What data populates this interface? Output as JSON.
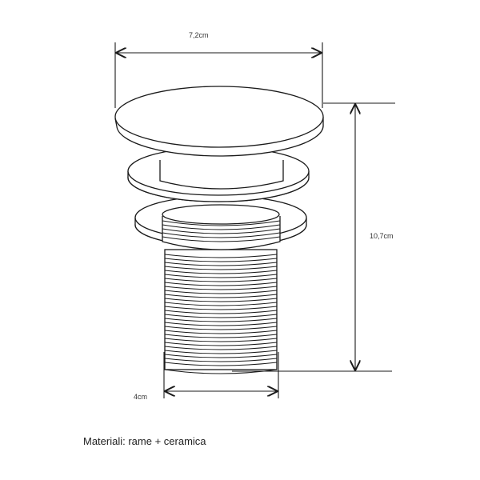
{
  "dimensions": {
    "width_label": "7,2cm",
    "height_label": "10,7cm",
    "thread_label": "4cm"
  },
  "caption": {
    "text": "Materiali: rame + ceramica"
  }
}
